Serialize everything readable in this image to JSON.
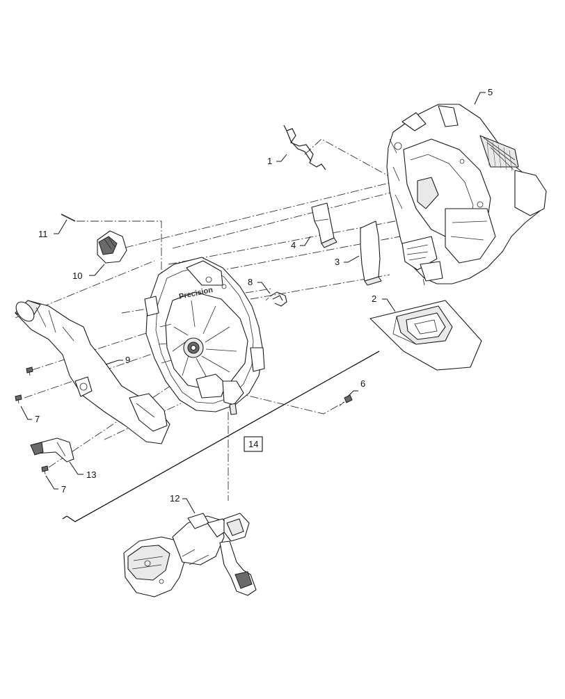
{
  "diagram": {
    "callouts": [
      {
        "id": "c1",
        "label": "1"
      },
      {
        "id": "c2",
        "label": "2"
      },
      {
        "id": "c3",
        "label": "3"
      },
      {
        "id": "c4",
        "label": "4"
      },
      {
        "id": "c5",
        "label": "5"
      },
      {
        "id": "c6",
        "label": "6"
      },
      {
        "id": "c7a",
        "label": "7"
      },
      {
        "id": "c7b",
        "label": "7"
      },
      {
        "id": "c8",
        "label": "8"
      },
      {
        "id": "c9",
        "label": "9"
      },
      {
        "id": "c10",
        "label": "10"
      },
      {
        "id": "c11",
        "label": "11"
      },
      {
        "id": "c12",
        "label": "12"
      },
      {
        "id": "c13",
        "label": "13"
      },
      {
        "id": "c14",
        "label": "14"
      }
    ],
    "housing_text": "Precision"
  }
}
